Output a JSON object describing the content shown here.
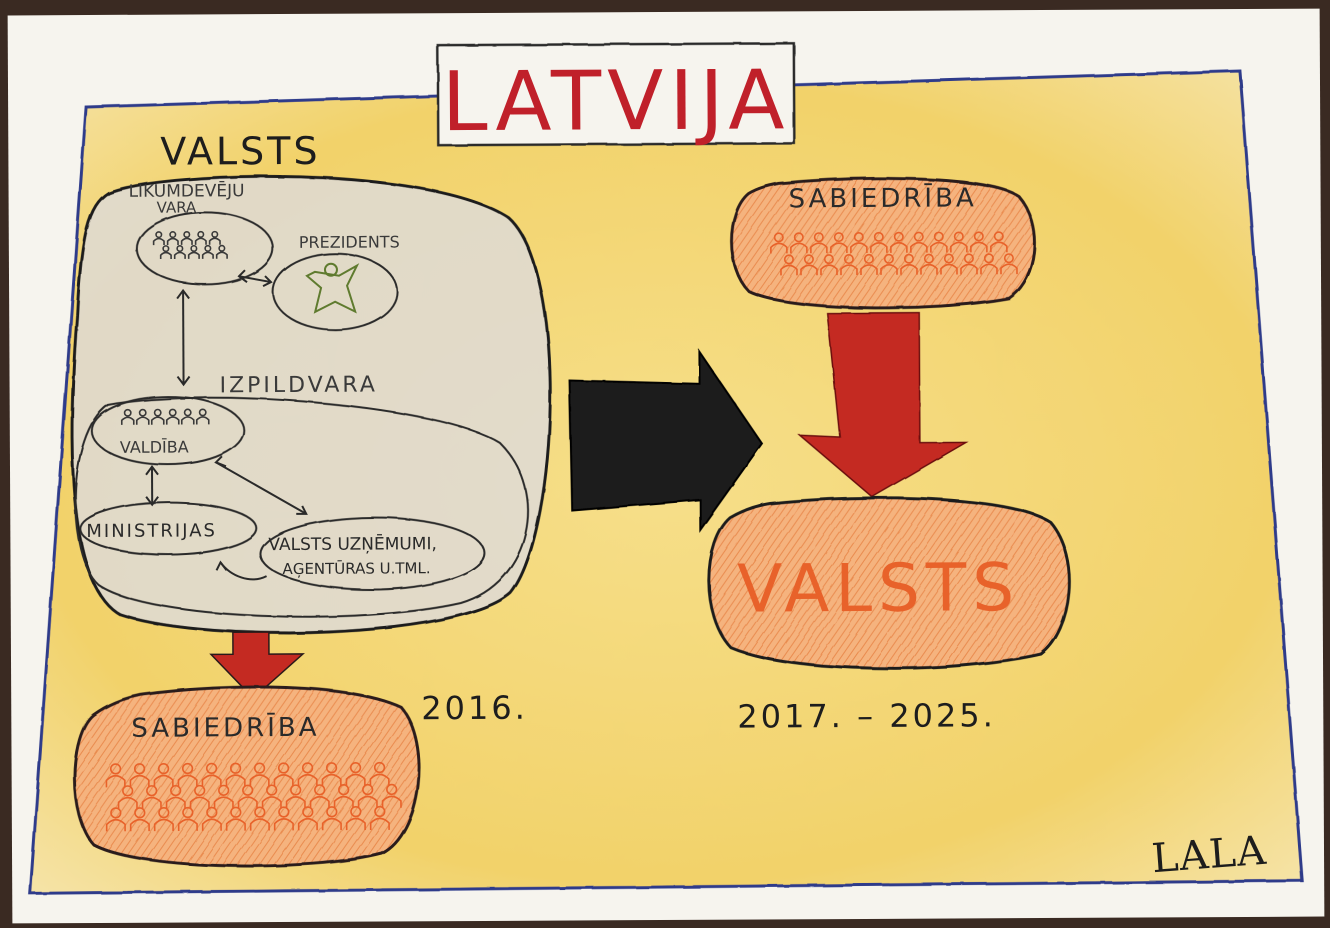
{
  "title": "LATVIJA",
  "left": {
    "state_label": "VALSTS",
    "legislature_line1": "LIKUMDEVĒJU",
    "legislature_line2": "VARA",
    "president": "PREZIDENTS",
    "executive": "IZPILDVARA",
    "government": "VALDĪBA",
    "ministries": "MINISTRIJAS",
    "enterprises_line1": "VALSTS UZŅĒMUMI,",
    "enterprises_line2": "AĢENTŪRAS U.TML.",
    "society": "SABIEDRĪBA",
    "year": "2016."
  },
  "right": {
    "society": "SABIEDRĪBA",
    "state": "VALSTS",
    "years": "2017. – 2025."
  },
  "signature": "LALA",
  "colors": {
    "background_wash": "#f3d877",
    "title_red": "#c0202a",
    "arrow_red": "#c42a22",
    "arrow_black": "#1a1a1a",
    "society_fill": "#f1a06a",
    "people_orange": "#e8622a",
    "state_bubble_gray": "#dedbd6",
    "inner_green": "#5a6a3a"
  }
}
